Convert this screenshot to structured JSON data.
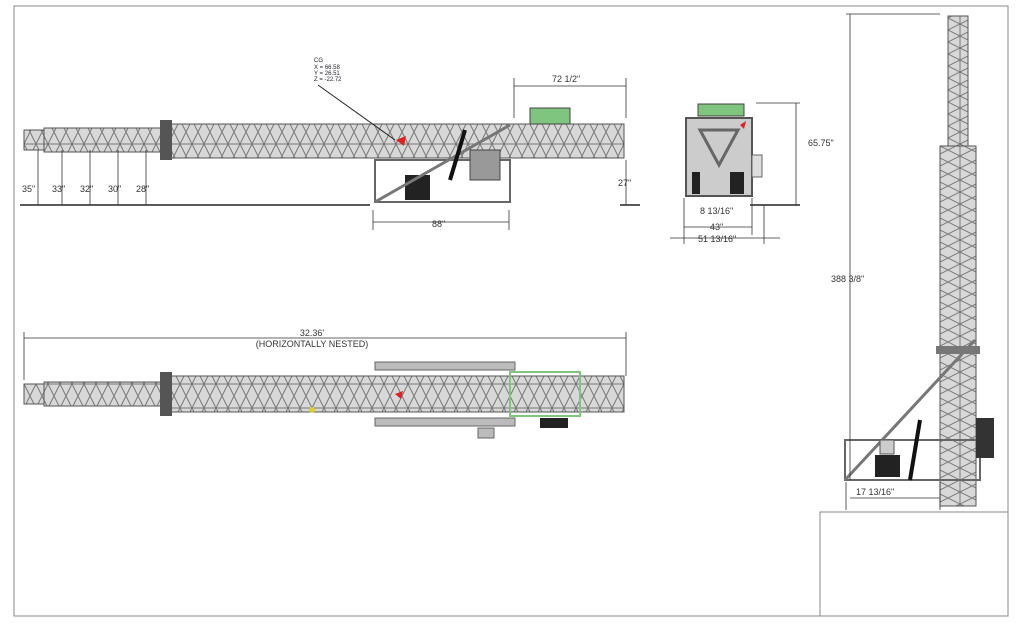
{
  "cg": {
    "title": "CG",
    "x": "X = 66.58",
    "y": "Y = 26.51",
    "z": "Z = -22.72"
  },
  "side_view": {
    "heights": [
      "35\"",
      "33\"",
      "32\"",
      "30\"",
      "28\""
    ],
    "tail_height": "27\"",
    "head_length": "72 1/2\"",
    "base_length": "88\""
  },
  "end_view": {
    "height": "65.75\"",
    "offset": "8 13/16\"",
    "width": "43\"",
    "overall_width": "51 13/16\""
  },
  "top_view": {
    "length": "32.36'",
    "note": "(HORIZONTALLY NESTED)"
  },
  "vertical_view": {
    "height": "388 3/8\"",
    "base": "17 13/16\""
  },
  "colors": {
    "truss": "#9a9a9a",
    "accent_green": "#7fc47f",
    "accent_red": "#d22"
  }
}
